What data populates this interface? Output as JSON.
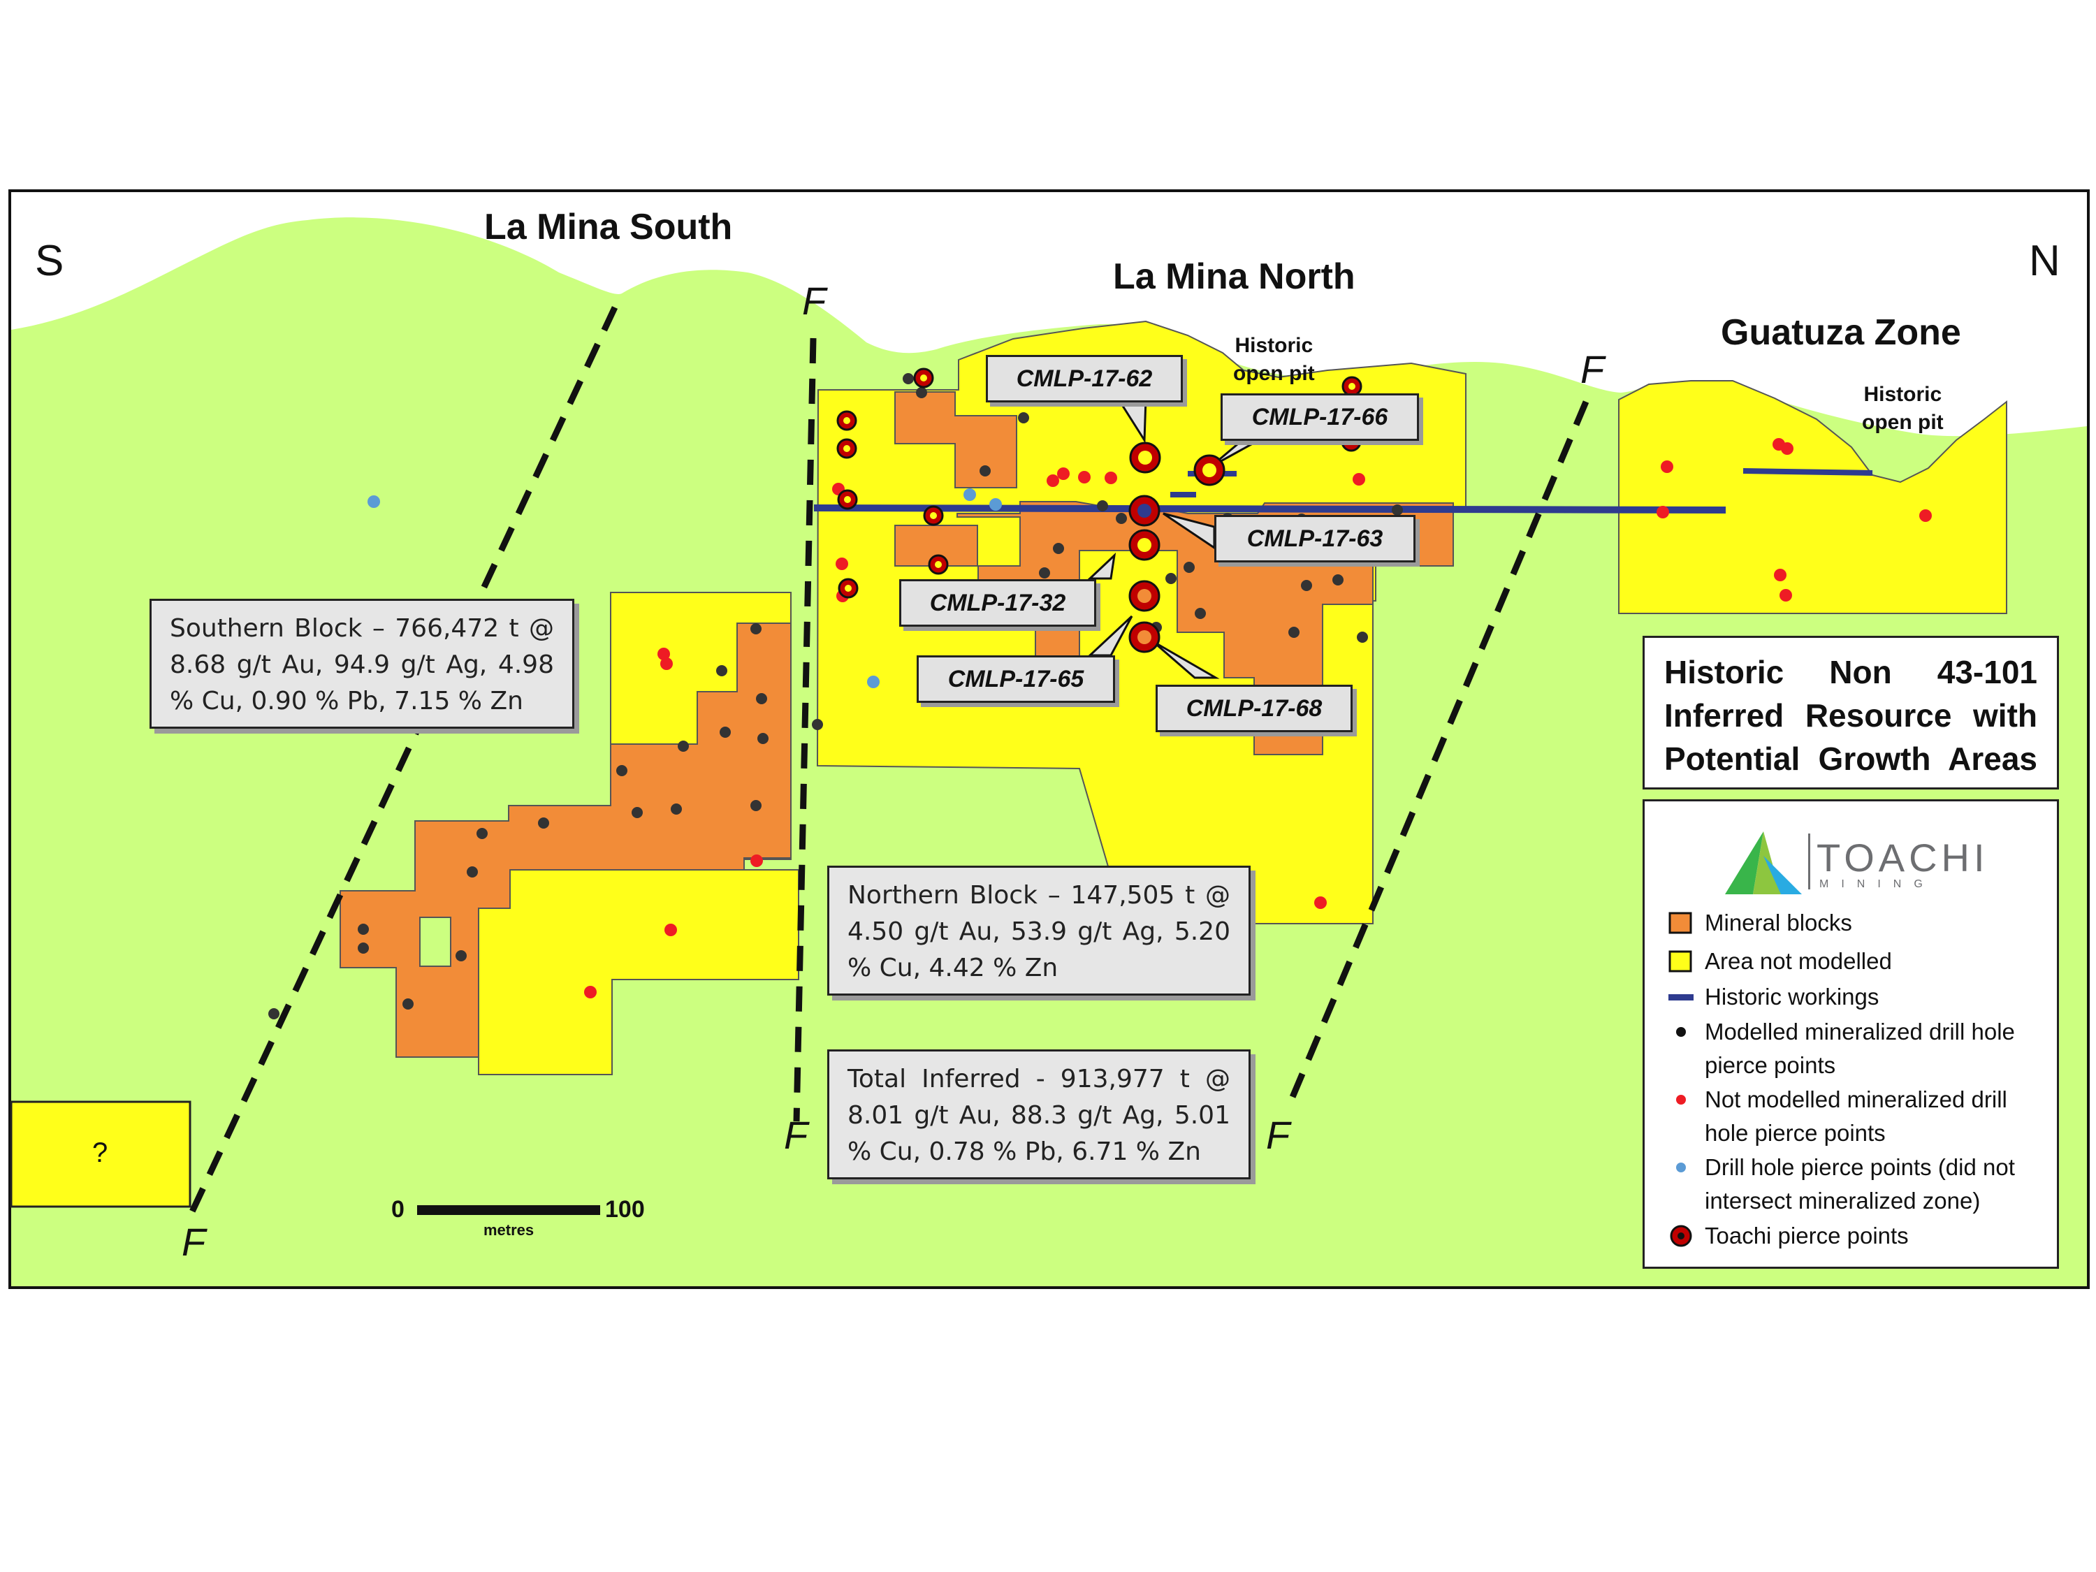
{
  "zones": {
    "south_label": "La Mina South",
    "north_label": "La Mina North",
    "guatuza_label": "Guatuza Zone"
  },
  "directions": {
    "south": "S",
    "north": "N"
  },
  "fault_label": "F",
  "pit_labels": {
    "north": [
      "Historic",
      "open pit"
    ],
    "guatuza": [
      "Historic",
      "open pit"
    ]
  },
  "drill_callouts": [
    {
      "id": "CMLP-17-62"
    },
    {
      "id": "CMLP-17-66"
    },
    {
      "id": "CMLP-17-63"
    },
    {
      "id": "CMLP-17-32"
    },
    {
      "id": "CMLP-17-65"
    },
    {
      "id": "CMLP-17-68"
    }
  ],
  "info_boxes": {
    "southern": "Southern Block – 766,472 t @ 8.68 g/t Au, 94.9 g/t Ag, 4.98 % Cu, 0.90 % Pb, 7.15 % Zn",
    "northern": "Northern Block – 147,505 t @ 4.50 g/t Au, 53.9 g/t Ag, 5.20 % Cu, 4.42 % Zn",
    "total": "Total Inferred - 913,977 t @ 8.01 g/t Au, 88.3 g/t Ag, 5.01 % Cu, 0.78 % Pb, 6.71 % Zn"
  },
  "title": "Historic Non 43-101 Inferred Resource with Potential Growth Areas",
  "legend": {
    "logo_text": "TOACHI",
    "logo_sub": "MINING",
    "items": [
      {
        "label": "Mineral blocks",
        "symbol": "orange-square"
      },
      {
        "label": "Area not modelled",
        "symbol": "yellow-square"
      },
      {
        "label": "Historic workings",
        "symbol": "blue-line"
      },
      {
        "label": "Modelled mineralized drill hole pierce points",
        "symbol": "black-dot"
      },
      {
        "label": "Not modelled mineralized drill hole pierce points",
        "symbol": "red-dot"
      },
      {
        "label": "Drill hole pierce points (did not intersect mineralized zone)",
        "symbol": "blue-dot"
      },
      {
        "label": "Toachi pierce points",
        "symbol": "toachi-ring"
      }
    ]
  },
  "scale_bar": {
    "start": "0",
    "end": "100",
    "unit": "metres"
  },
  "unknown_block_label": "?",
  "colors": {
    "ground": "#ccff80",
    "mineral_blocks": "#f28c38",
    "area_not_modelled": "#ffff1a",
    "historic_workings": "#2e3b8f",
    "modelled_point": "#333333",
    "not_modelled_point": "#ee1c24",
    "barren_point": "#5b9bd5",
    "toachi_ring": "#c00000"
  }
}
